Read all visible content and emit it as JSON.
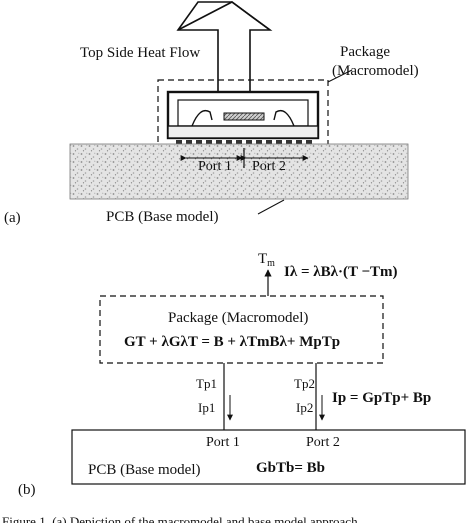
{
  "part_a": {
    "panel_label": "(a)",
    "heat_flow_label": "Top Side Heat Flow",
    "package_label_line1": "Package",
    "package_label_line2": "(Macromodel)",
    "port1_label": "Port 1",
    "port2_label": "Port 2",
    "pcb_label": "PCB (Base model)"
  },
  "part_b": {
    "panel_label": "(b)",
    "tm_symbol": "T",
    "tm_subscript": "m",
    "lambda_equation": "Iλ = λBλ·(T −Tm)",
    "package_title": "Package (Macromodel)",
    "package_equation": "GT + λGλT = B + λTmBλ+ MpTp",
    "tp1": "Tp1",
    "ip1": "Ip1",
    "tp2": "Tp2",
    "ip2": "Ip2",
    "port_equation": "Ip = GpTp+ Bp",
    "port1_label": "Port 1",
    "port2_label": "Port 2",
    "pcb_label": "PCB (Base model)",
    "pcb_equation": "GbTb= Bb"
  },
  "caption_fragment": "Figure 1. (a) Depiction of the macromodel and base model approach"
}
